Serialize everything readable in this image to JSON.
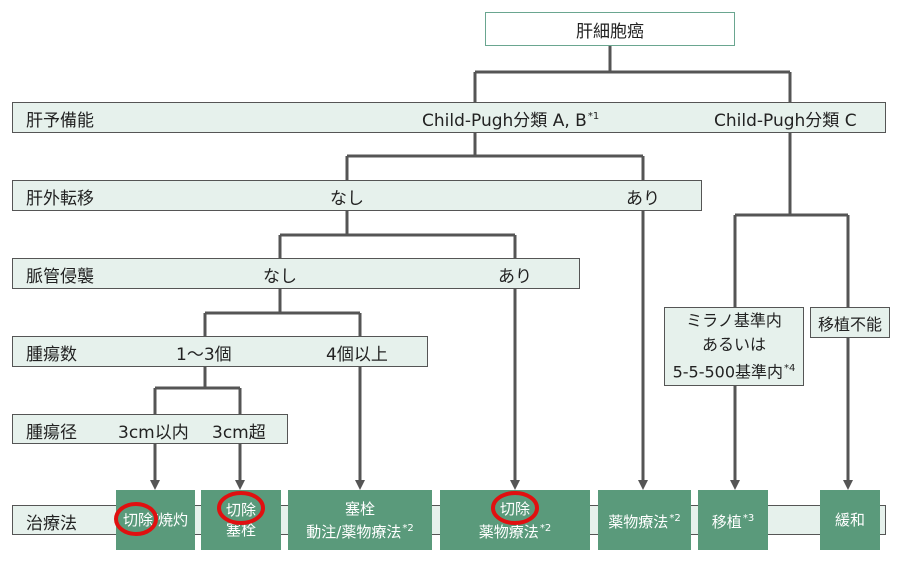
{
  "top": "肝細胞癌",
  "rows": {
    "liver_reserve": {
      "label": "肝予備能",
      "opt_ab": "Child-Pugh分類 A, B",
      "opt_ab_note": "*1",
      "opt_c": "Child-Pugh分類 C"
    },
    "extrahepatic": {
      "label": "肝外転移",
      "none": "なし",
      "present": "あり"
    },
    "vascular": {
      "label": "脈管侵襲",
      "none": "なし",
      "present": "あり"
    },
    "tumor_count": {
      "label": "腫瘍数",
      "few": "1～3個",
      "many": "4個以上"
    },
    "tumor_size": {
      "label": "腫瘍径",
      "small": "3cm以内",
      "large": "3cm超"
    },
    "treatment": {
      "label": "治療法"
    }
  },
  "milan": {
    "line1": "ミラノ基準内",
    "line2": "あるいは",
    "line3": "5-5-500基準内",
    "note": "*4"
  },
  "not_transplant": "移植不能",
  "treatments": {
    "t1": {
      "text": "切除/焼灼"
    },
    "t2": {
      "line1": "切除",
      "line2": "塞栓"
    },
    "t3": {
      "line1": "塞栓",
      "line2": "動注/薬物療法",
      "note": "*2"
    },
    "t4": {
      "line1": "切除",
      "line2": "薬物療法",
      "note": "*2"
    },
    "t5": {
      "text": "薬物療法",
      "note": "*2"
    },
    "t6": {
      "text": "移植",
      "note": "*3"
    },
    "t7": {
      "text": "緩和"
    }
  },
  "colors": {
    "row_fill": "#e6f1ec",
    "treatment_fill": "#5a9a7b",
    "highlight": "#e01010",
    "line": "#555555"
  }
}
